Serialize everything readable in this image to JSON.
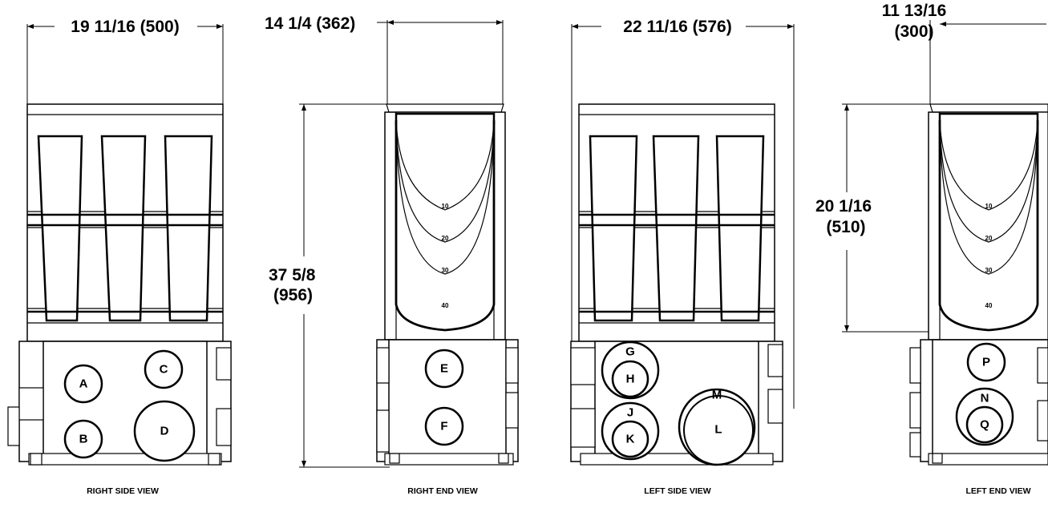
{
  "dimensions": {
    "right_side_width": "19 11/16 (500)",
    "right_end_width": "14 1/4 (362)",
    "left_side_width": "22 11/16 (576)",
    "left_end_width_line1": "11 13/16",
    "left_end_width_line2": "(300)",
    "total_height_line1": "37 5/8",
    "total_height_line2": "(956)",
    "upper_height_line1": "20 1/16",
    "upper_height_line2": "(510)"
  },
  "gauge_marks": [
    "10",
    "20",
    "30",
    "40"
  ],
  "ports": {
    "right_side": [
      "A",
      "B",
      "C",
      "D"
    ],
    "right_end": [
      "E",
      "F"
    ],
    "left_side": [
      "G",
      "H",
      "J",
      "K",
      "M",
      "L"
    ],
    "left_end": [
      "P",
      "N",
      "Q"
    ]
  },
  "captions": {
    "right_side": "RIGHT SIDE VIEW",
    "right_end": "RIGHT END VIEW",
    "left_side": "LEFT SIDE VIEW",
    "left_end": "LEFT END VIEW"
  }
}
